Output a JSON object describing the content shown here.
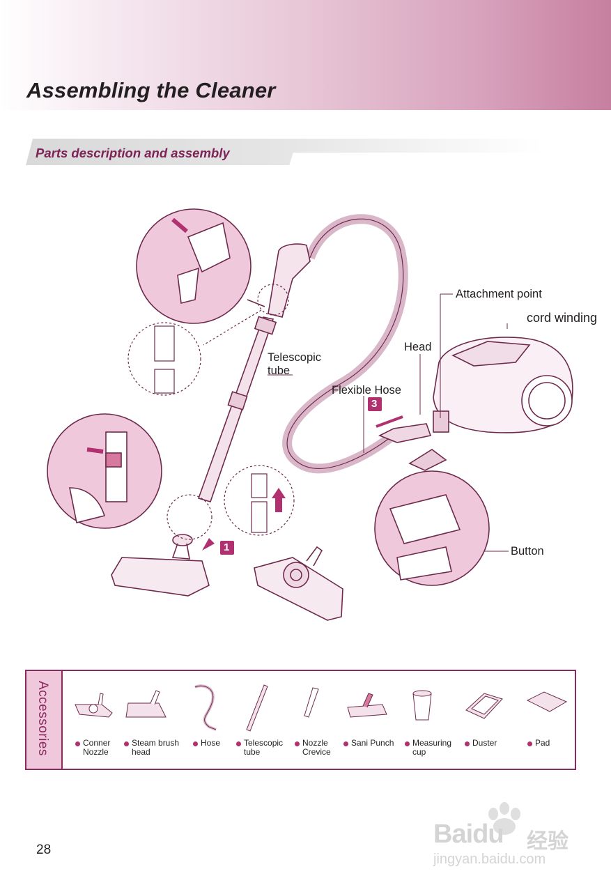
{
  "header": {
    "title": "Assembling the Cleaner"
  },
  "section": {
    "title": "Parts description and assembly"
  },
  "callouts": {
    "telescopic_tube_1": "Telescopic",
    "telescopic_tube_2": "tube",
    "attachment_point": "Attachment point",
    "cord_winding": "cord winding",
    "head": "Head",
    "flexible_hose": "Flexible Hose",
    "button": "Button",
    "step_1": "1",
    "step_3": "3"
  },
  "accessories": {
    "heading": "Accessories",
    "items": [
      {
        "line1": "Conner",
        "line2": "Nozzle"
      },
      {
        "line1": "Steam brush",
        "line2": "head"
      },
      {
        "line1": "Hose",
        "line2": ""
      },
      {
        "line1": "Telescopic",
        "line2": "tube"
      },
      {
        "line1": "Nozzle",
        "line2": "Crevice"
      },
      {
        "line1": "Sani Punch",
        "line2": ""
      },
      {
        "line1": "Measuring",
        "line2": "cup"
      },
      {
        "line1": "Duster",
        "line2": ""
      },
      {
        "line1": "Pad",
        "line2": ""
      }
    ]
  },
  "footer": {
    "page_number": "28"
  },
  "watermark": {
    "brand": "Baidu",
    "brand_cn": "经验",
    "url": "jingyan.baidu.com"
  },
  "colors": {
    "accent": "#8a2a5e",
    "pink": "#efc8dc",
    "line": "#6e2a4c"
  }
}
